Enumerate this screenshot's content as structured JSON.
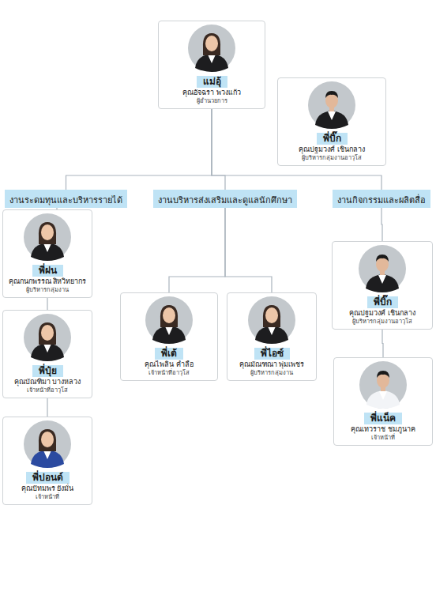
{
  "diagram": {
    "nodes": [
      {
        "text": [
          "แม่อุ้",
          "คุณอัจฉรา พวงแก้ว",
          "ผู้อำนวยการ"
        ]
      },
      {
        "text": [
          "พี่บิ๊ก",
          "คุณปฐมวงศ์ เชินกลาง",
          "ผู้บริหารกลุ่มงานอาวุโส"
        ]
      },
      {
        "text": [
          "งานระดมทุนและบริหารรายได้"
        ]
      },
      {
        "text": [
          "งานบริหารส่งเสริมและดูแลนักศึกษา"
        ]
      },
      {
        "text": [
          "งานกิจกรรมและผลิตสื่อ"
        ]
      },
      {
        "text": [
          "พี่ฝน",
          "คุณกนกพรรณ สิหวิทยากร",
          "ผู้บริหารกลุ่มงาน"
        ]
      },
      {
        "text": [
          "พี่ปุ๋ย",
          "คุณบัณฑิมา บางหลวง",
          "เจ้าหน้าที่อาวุโส"
        ]
      },
      {
        "text": [
          "พี่ปอนด์",
          "คุณปัทมพร ยังมั่น",
          "เจ้าหน้าที่"
        ]
      },
      {
        "text": [
          "พี่เต้",
          "คุณไพลิน คำลือ",
          "เจ้าหน้าที่อาวุโส"
        ]
      },
      {
        "text": [
          "พี่ไอซ์",
          "คุณมัณฑณา พุ่มเพชร",
          "ผู้บริหารกลุ่มงาน"
        ]
      },
      {
        "text": [
          "พี่บิ๊ก",
          "คุณปฐมวงศ์ เชินกลาง",
          "ผู้บริหารกลุ่มงานอาวุโส"
        ]
      },
      {
        "text": [
          "พี่แน็ค",
          "คุณเทวราช ชมภูนาค",
          "เจ้าหน้าที่"
        ]
      }
    ],
    "edges": [
      {
        "from": 0,
        "to": 2,
        "arrow": "none"
      },
      {
        "from": 0,
        "to": 3,
        "arrow": "none"
      },
      {
        "from": 0,
        "to": 4,
        "arrow": "none"
      },
      {
        "from": 2,
        "to": 5,
        "arrow": "none"
      },
      {
        "from": 5,
        "to": 6,
        "arrow": "none"
      },
      {
        "from": 6,
        "to": 7,
        "arrow": "none"
      },
      {
        "from": 3,
        "to": 8,
        "arrow": "none"
      },
      {
        "from": 3,
        "to": 9,
        "arrow": "none"
      },
      {
        "from": 4,
        "to": 10,
        "arrow": "none"
      },
      {
        "from": 10,
        "to": 11,
        "arrow": "none"
      }
    ]
  }
}
